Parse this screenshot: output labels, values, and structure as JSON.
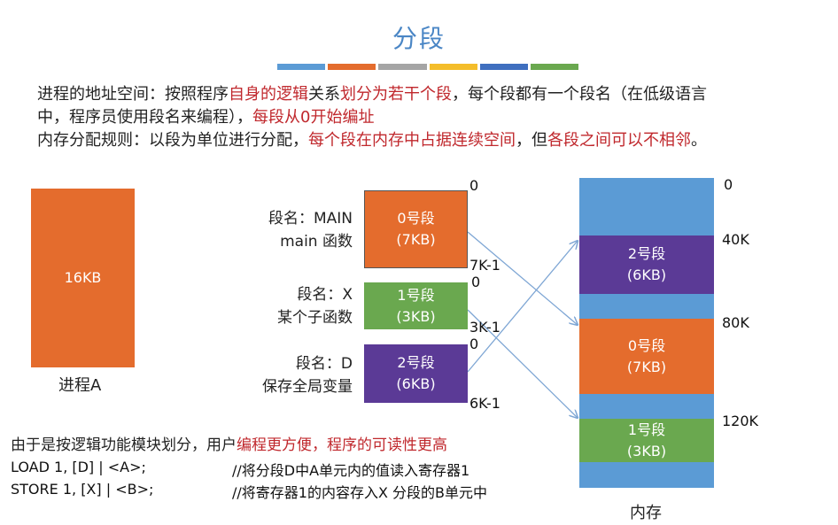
{
  "title": "分段",
  "title_bar_colors": [
    "#5b9bd5",
    "#e46c2d",
    "#a5a5a5",
    "#f4bd2a",
    "#3f6fbf",
    "#6aa84f"
  ],
  "intro": {
    "line1_a": "进程的地址空间：按照程序",
    "line1_b": "自身的逻辑",
    "line1_c": "关系",
    "line1_d": "划分为若干个段",
    "line1_e": "，每个段都有一个段名（在低级语言",
    "line2_a": "中，程序员使用段名来编程），",
    "line2_b": "每段从0开始编址",
    "line3_a": "内存分配规则：以段为单位进行分配，",
    "line3_b": "每个段在内存中占据连续空间",
    "line3_c": "，但",
    "line3_d": "各段之间可以不相邻",
    "line3_e": "。"
  },
  "process": {
    "size": "16KB",
    "label": "进程A",
    "color": "#e46c2d"
  },
  "segments": [
    {
      "name_line1": "段名：MAIN",
      "name_line2": "main 函数",
      "title": "0号段",
      "size": "(7KB)",
      "start": "0",
      "end": "7K-1",
      "color": "#e46c2d"
    },
    {
      "name_line1": "段名：X",
      "name_line2": "某个子函数",
      "title": "1号段",
      "size": "(3KB)",
      "start": "0",
      "end": "3K-1",
      "color": "#6aa84f"
    },
    {
      "name_line1": "段名：D",
      "name_line2": "保存全局变量",
      "title": "2号段",
      "size": "(6KB)",
      "start": "0",
      "end": "6K-1",
      "color": "#5b3a96"
    }
  ],
  "memory": {
    "label": "内存",
    "background_color": "#5b9bd5",
    "addresses": [
      "0",
      "40K",
      "80K",
      "120K"
    ],
    "blocks": [
      {
        "title": "2号段",
        "size": "(6KB)",
        "color": "#5b3a96"
      },
      {
        "title": "0号段",
        "size": "(7KB)",
        "color": "#e46c2d"
      },
      {
        "title": "1号段",
        "size": "(3KB)",
        "color": "#6aa84f"
      }
    ]
  },
  "footer": {
    "line1_a": "由于是按逻辑功能模块划分，用户",
    "line1_b": "编程更方便，程序的可读性更高",
    "load_instr": "LOAD 1, [D] | <A>;",
    "load_comment": "//将分段D中A单元内的值读入寄存器1",
    "store_instr": "STORE 1, [X] | <B>;",
    "store_comment": "//将寄存器1的内容存入X 分段的B单元中"
  },
  "arrow_color": "#7ea6d4"
}
